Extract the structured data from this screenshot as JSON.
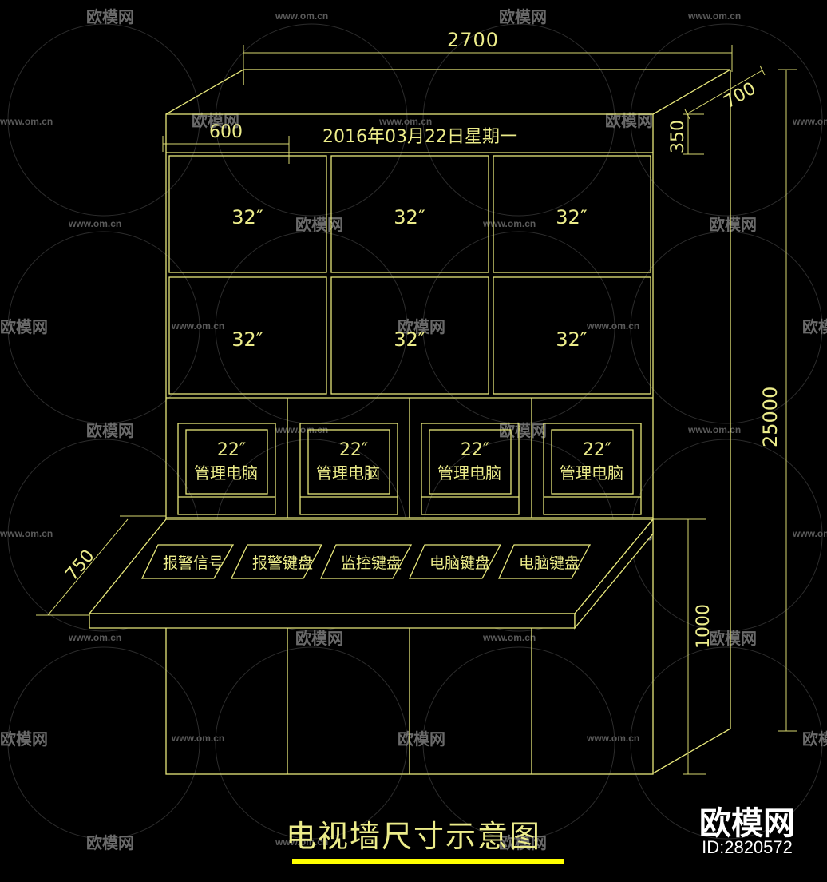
{
  "drawing": {
    "title": "电视墙尺寸示意图",
    "date_banner": "2016年03月22日星期一",
    "dimensions": {
      "total_width": "2700",
      "depth": "700",
      "header_height": "350",
      "module_width": "600",
      "total_height": "25000",
      "desk_depth": "750",
      "desk_height": "1000"
    },
    "screens_32": [
      "32″",
      "32″",
      "32″",
      "32″",
      "32″",
      "32″"
    ],
    "monitors": [
      {
        "size": "22″",
        "label": "管理电脑"
      },
      {
        "size": "22″",
        "label": "管理电脑"
      },
      {
        "size": "22″",
        "label": "管理电脑"
      },
      {
        "size": "22″",
        "label": "管理电脑"
      }
    ],
    "desk_keys": [
      "报警信号",
      "报警键盘",
      "监控键盘",
      "电脑键盘",
      "电脑键盘"
    ]
  },
  "watermark": {
    "brand": "欧模网",
    "url": "www.om.cn",
    "logo_text": "欧模网",
    "id_text": "ID:2820572"
  },
  "colors": {
    "line": "#e6e67a",
    "underline": "#ffff00",
    "background": "#000000"
  }
}
